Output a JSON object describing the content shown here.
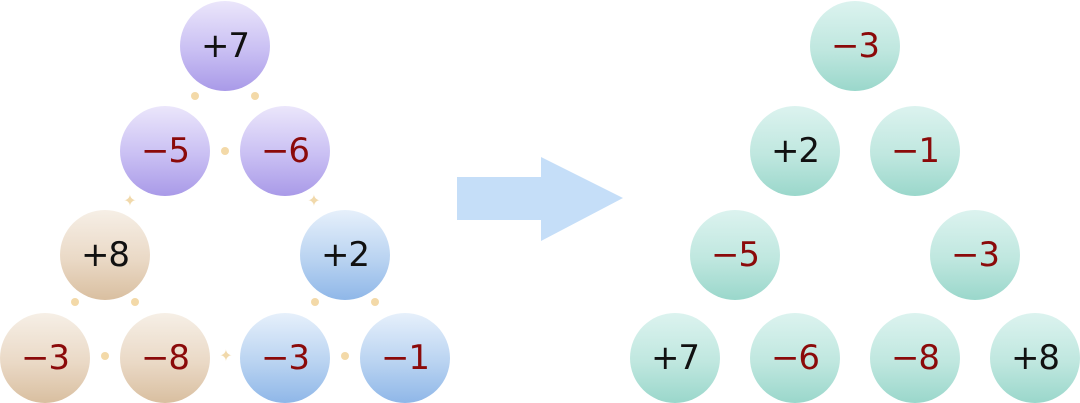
{
  "left_tree": {
    "root": "+7",
    "level2": [
      "−5",
      "−6"
    ],
    "level3": [
      "+8",
      "+2"
    ],
    "leaves": [
      "−3",
      "−8",
      "−3",
      "−1"
    ]
  },
  "right_tree": {
    "root": "−3",
    "level2": [
      "+2",
      "−1"
    ],
    "level3": [
      "−5",
      "−3"
    ],
    "leaves": [
      "+7",
      "−6",
      "−8",
      "+8"
    ]
  },
  "colors": {
    "positive_text": "#111111",
    "negative_text": "#8b0a0a",
    "arrow": "#c5def8",
    "connector": "#f3d9a8"
  },
  "icons": {
    "arrow": "right-arrow-icon",
    "connector_dot": "dot-icon",
    "connector_star": "sparkle-icon"
  }
}
